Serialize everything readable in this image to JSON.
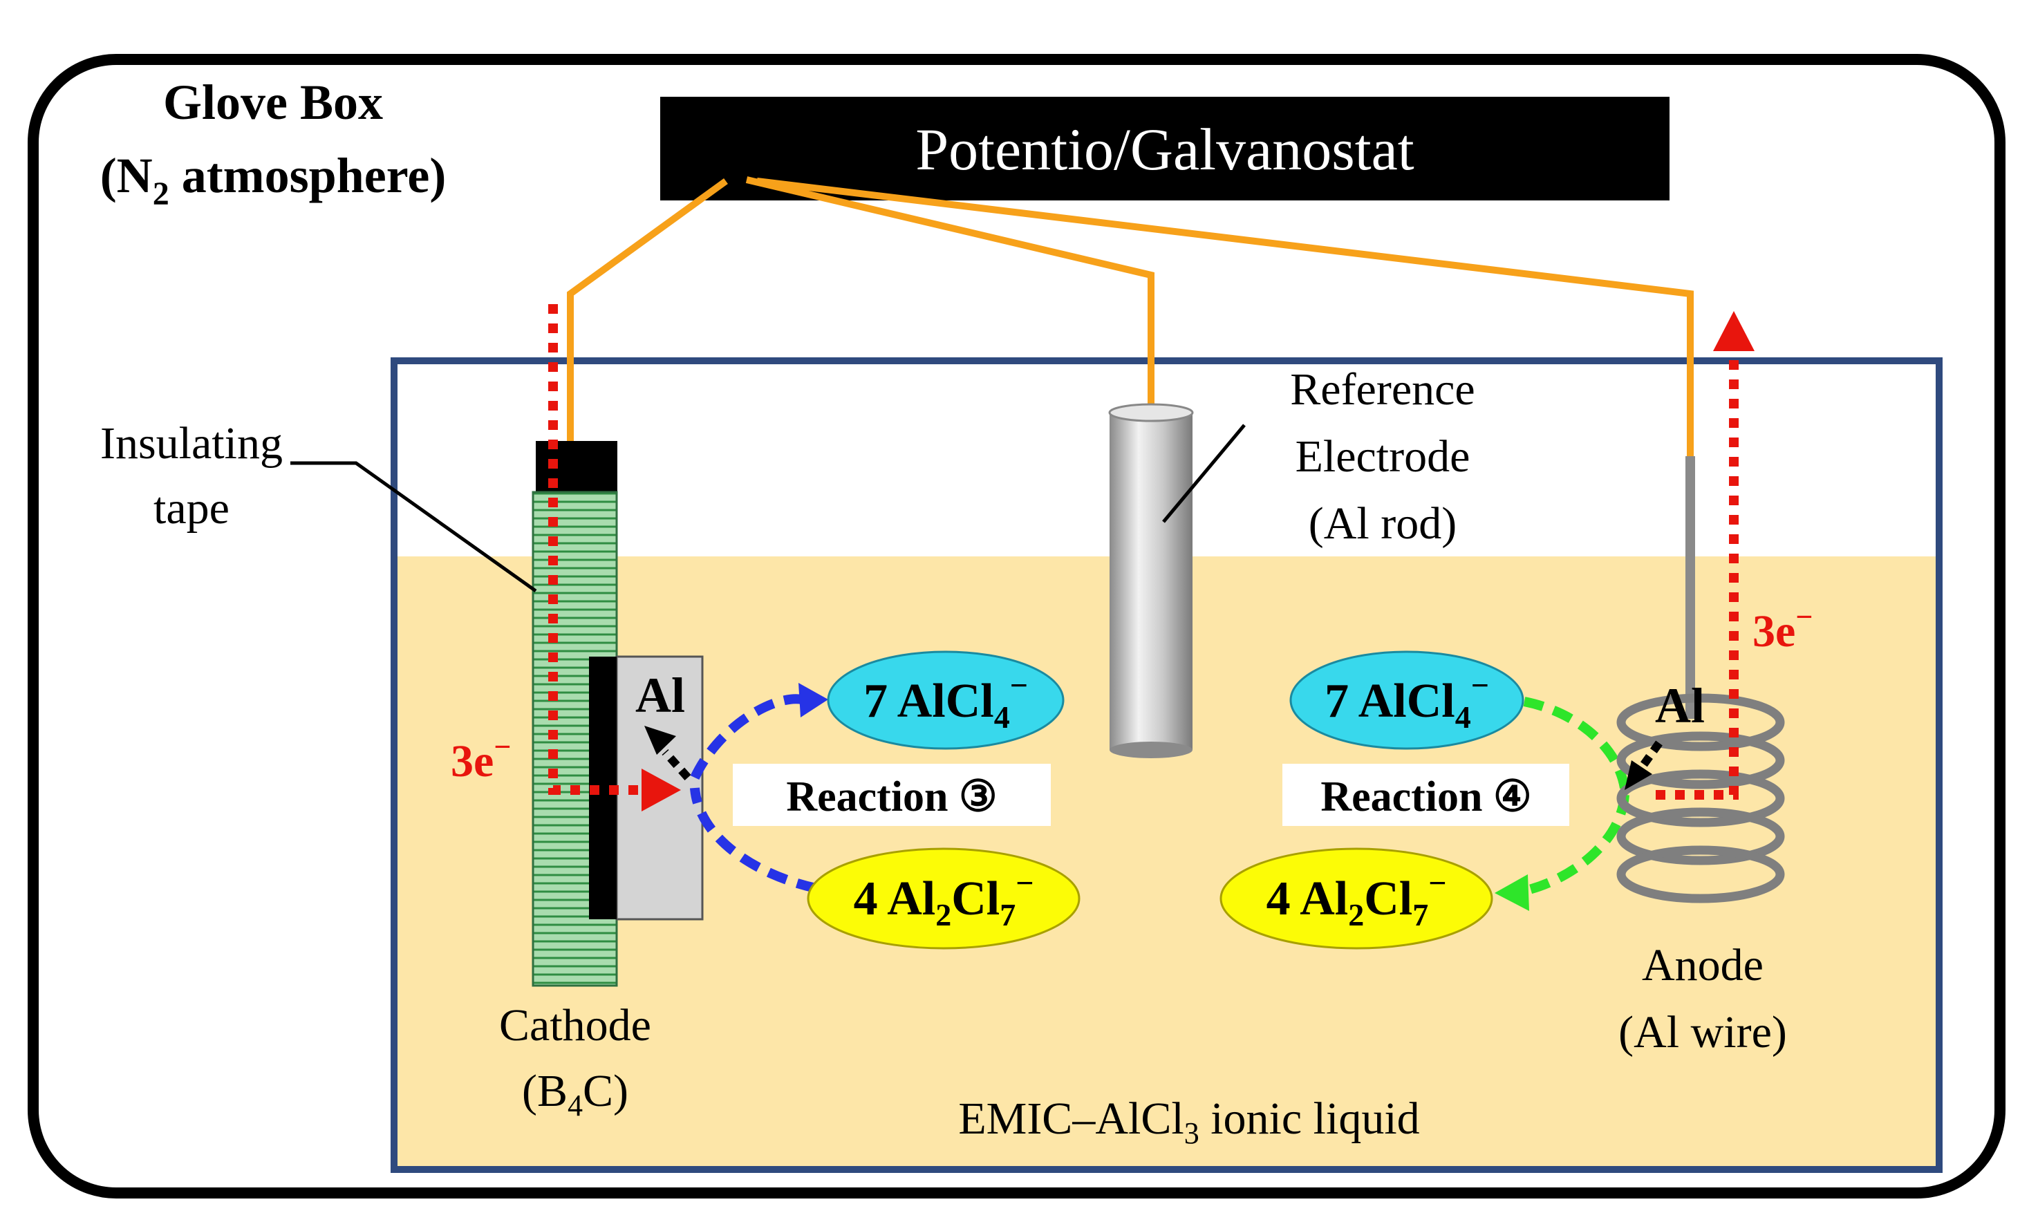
{
  "glove_box": {
    "title": "Glove Box",
    "atmosphere_open": "(N",
    "atmosphere_sub": "2",
    "atmosphere_close": " atmosphere)"
  },
  "instrument": {
    "label": "Potentio/Galvanostat"
  },
  "labels": {
    "insulating_tape_line1": "Insulating",
    "insulating_tape_line2": "tape",
    "reference_line1": "Reference",
    "reference_line2": "Electrode",
    "reference_line3": "(Al rod)",
    "cathode_line1": "Cathode",
    "cathode_line2_a": "(B",
    "cathode_line2_sub": "4",
    "cathode_line2_b": "C)",
    "anode_line1": "Anode",
    "anode_line2": "(Al wire)",
    "liquid_a": "EMIC–AlCl",
    "liquid_sub": "3",
    "liquid_b": " ionic liquid"
  },
  "electrons": {
    "cathode_label": "3e",
    "anode_label": "3e",
    "superscript": "−"
  },
  "al_cathode": "Al",
  "al_anode": "Al",
  "reaction_left": {
    "label": "Reaction ③",
    "top_species": {
      "coef": "7 AlCl",
      "sub": "4",
      "sup": "−"
    },
    "bottom_species": {
      "coef": "4 Al",
      "sub1": "2",
      "mid": "Cl",
      "sub2": "7",
      "sup": "−"
    }
  },
  "reaction_right": {
    "label": "Reaction ④",
    "top_species": {
      "coef": "7 AlCl",
      "sub": "4",
      "sup": "−"
    },
    "bottom_species": {
      "coef": "4 Al",
      "sub1": "2",
      "mid": "Cl",
      "sub2": "7",
      "sup": "−"
    }
  },
  "colors": {
    "liquid": "#fde6a8",
    "wire": "#f7a11a",
    "electron_path": "#e8150d",
    "blue_arrow": "#2633e6",
    "green_arrow": "#2ee52a",
    "cyan_ellipse": "#38d8ec",
    "yellow_ellipse": "#fcfc06",
    "tank_border": "#2f4a7e",
    "tape_green": "#7fc98a"
  }
}
